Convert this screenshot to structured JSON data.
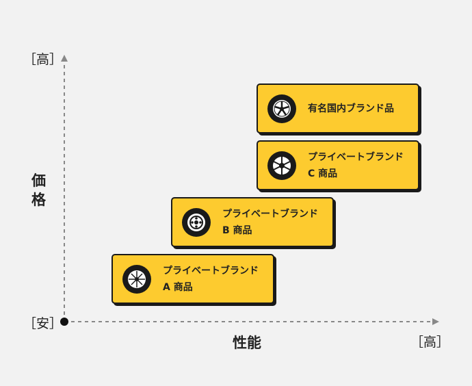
{
  "axes": {
    "y_high": "［高］",
    "y_low": "［安］",
    "y_title": "価格",
    "x_title": "性能",
    "x_high": "［高］"
  },
  "colors": {
    "card": "#fdcb2f",
    "border": "#1a1a1a",
    "background": "#f2f2f2"
  },
  "cards": [
    {
      "line1": "有名国内ブランド品",
      "line2": "",
      "icon": "tire-icon"
    },
    {
      "line1": "プライベートブランド",
      "line2": "C 商品",
      "icon": "tire-icon"
    },
    {
      "line1": "プライベートブランド",
      "line2": "B 商品",
      "icon": "tire-icon"
    },
    {
      "line1": "プライベートブランド",
      "line2": "A 商品",
      "icon": "tire-icon"
    }
  ]
}
